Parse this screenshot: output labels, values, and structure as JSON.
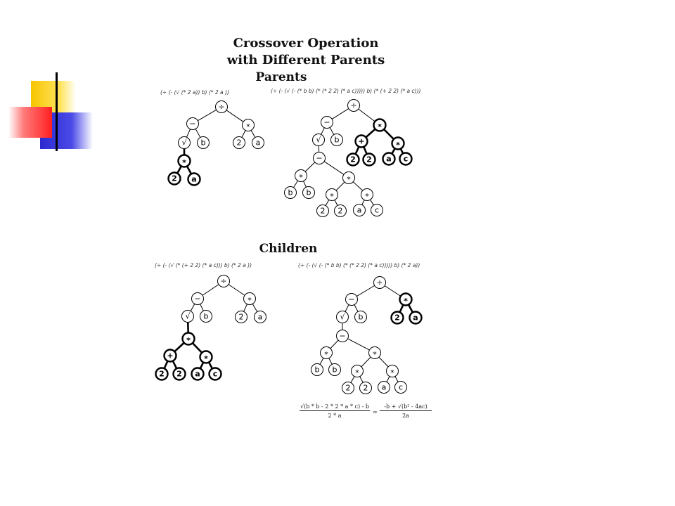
{
  "slide": {
    "title_line1": "Crossover Operation",
    "title_line2": "with Different Parents",
    "parents_label": "Parents",
    "children_label": "Children"
  },
  "expressions": {
    "parent1": "(÷ (- (√ (* 2 a)) b) (* 2 a ))",
    "parent2": "(÷ (- (√ (- (* b b) (* (* 2 2) (* a c))))) b) (* (+ 2 2) (* a c)))",
    "child1": "(÷ (- (√ (* (+ 2 2) (* a c))) b) (* 2 a ))",
    "child2": "(÷ (- (√ (- (* b b) (* (* 2 2) (* a c))))) b) (* 2 a))"
  },
  "formula": {
    "lhs_numerator": "√(b * b - 2 * 2 * a * c) - b",
    "lhs_denominator": "2 * a",
    "equals": "=",
    "rhs_numerator": "-b + √(b² - 4ac)",
    "rhs_denominator": "2a"
  },
  "trees": [
    {
      "name": "parent1-tree",
      "nodes": [
        {
          "id": "p1n0",
          "label": "÷"
        },
        {
          "id": "p1n1",
          "label": "−"
        },
        {
          "id": "p1n2",
          "label": "*"
        },
        {
          "id": "p1n3",
          "label": "√"
        },
        {
          "id": "p1n4",
          "label": "b"
        },
        {
          "id": "p1n5",
          "label": "2"
        },
        {
          "id": "p1n6",
          "label": "a"
        },
        {
          "id": "p1n7",
          "label": "*",
          "bold": true
        },
        {
          "id": "p1n8",
          "label": "2",
          "bold": true
        },
        {
          "id": "p1n9",
          "label": "a",
          "bold": true
        }
      ]
    },
    {
      "name": "parent2-tree",
      "nodes": [
        {
          "id": "p2n0",
          "label": "÷"
        },
        {
          "id": "p2n1",
          "label": "−"
        },
        {
          "id": "p2n2",
          "label": "*",
          "bold": true
        },
        {
          "id": "p2n3",
          "label": "√"
        },
        {
          "id": "p2n4",
          "label": "b"
        },
        {
          "id": "p2n5",
          "label": "+",
          "bold": true
        },
        {
          "id": "p2n6",
          "label": "*",
          "bold": true
        },
        {
          "id": "p2n7",
          "label": "2",
          "bold": true
        },
        {
          "id": "p2n8",
          "label": "2",
          "bold": true
        },
        {
          "id": "p2n9",
          "label": "a",
          "bold": true
        },
        {
          "id": "p2n10",
          "label": "c",
          "bold": true
        },
        {
          "id": "p2n11",
          "label": "−"
        },
        {
          "id": "p2n12",
          "label": "*"
        },
        {
          "id": "p2n13",
          "label": "*"
        },
        {
          "id": "p2n14",
          "label": "b"
        },
        {
          "id": "p2n15",
          "label": "b"
        },
        {
          "id": "p2n16",
          "label": "*"
        },
        {
          "id": "p2n17",
          "label": "*"
        },
        {
          "id": "p2n18",
          "label": "2"
        },
        {
          "id": "p2n19",
          "label": "2"
        },
        {
          "id": "p2n20",
          "label": "a"
        },
        {
          "id": "p2n21",
          "label": "c"
        }
      ]
    },
    {
      "name": "child1-tree",
      "nodes": [
        {
          "id": "c1n0",
          "label": "÷"
        },
        {
          "id": "c1n1",
          "label": "−"
        },
        {
          "id": "c1n2",
          "label": "*"
        },
        {
          "id": "c1n3",
          "label": "√"
        },
        {
          "id": "c1n4",
          "label": "b"
        },
        {
          "id": "c1n5",
          "label": "2"
        },
        {
          "id": "c1n6",
          "label": "a"
        },
        {
          "id": "c1n7",
          "label": "*",
          "bold": true
        },
        {
          "id": "c1n8",
          "label": "+",
          "bold": true
        },
        {
          "id": "c1n9",
          "label": "*",
          "bold": true
        },
        {
          "id": "c1n10",
          "label": "2",
          "bold": true
        },
        {
          "id": "c1n11",
          "label": "2",
          "bold": true
        },
        {
          "id": "c1n12",
          "label": "a",
          "bold": true
        },
        {
          "id": "c1n13",
          "label": "c",
          "bold": true
        }
      ]
    },
    {
      "name": "child2-tree",
      "nodes": [
        {
          "id": "c2n0",
          "label": "÷"
        },
        {
          "id": "c2n1",
          "label": "−"
        },
        {
          "id": "c2n2",
          "label": "*",
          "bold": true
        },
        {
          "id": "c2n3",
          "label": "√"
        },
        {
          "id": "c2n4",
          "label": "b"
        },
        {
          "id": "c2n5",
          "label": "2",
          "bold": true
        },
        {
          "id": "c2n6",
          "label": "a",
          "bold": true
        },
        {
          "id": "c2n7",
          "label": "−"
        },
        {
          "id": "c2n8",
          "label": "*"
        },
        {
          "id": "c2n9",
          "label": "*"
        },
        {
          "id": "c2n10",
          "label": "b"
        },
        {
          "id": "c2n11",
          "label": "b"
        },
        {
          "id": "c2n12",
          "label": "*"
        },
        {
          "id": "c2n13",
          "label": "*"
        },
        {
          "id": "c2n14",
          "label": "2"
        },
        {
          "id": "c2n15",
          "label": "2"
        },
        {
          "id": "c2n16",
          "label": "a"
        },
        {
          "id": "c2n17",
          "label": "c"
        }
      ]
    }
  ]
}
